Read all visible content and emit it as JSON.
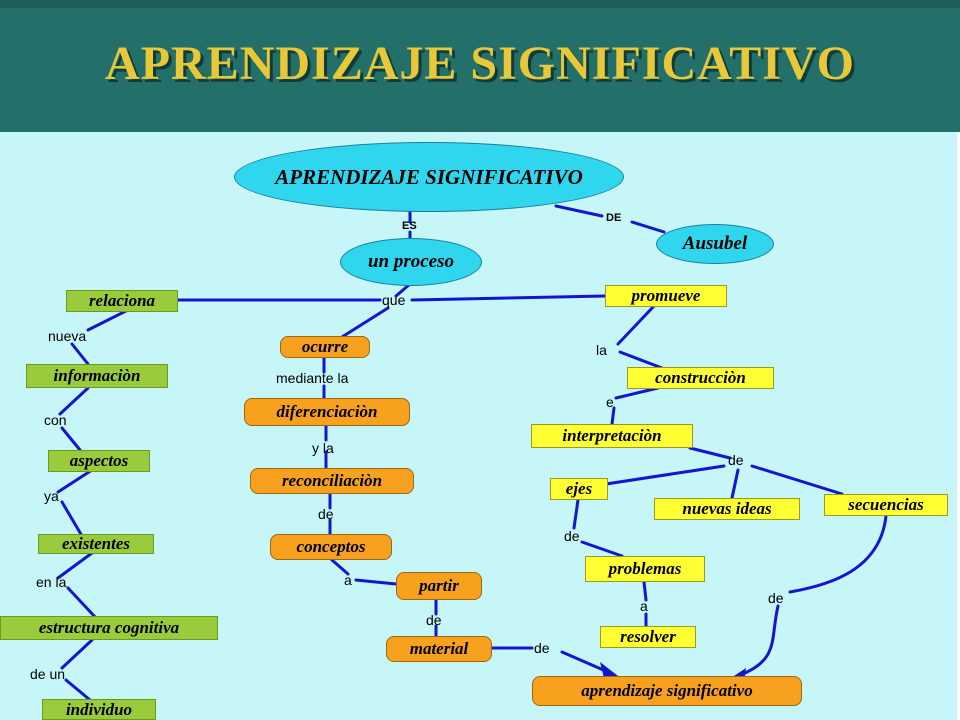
{
  "header": {
    "title": "APRENDIZAJE SIGNIFICATIVO"
  },
  "concepts": {
    "main": "APRENDIZAJE SIGNIFICATIVO",
    "ausubel": "Ausubel",
    "un_proceso": "un proceso",
    "relaciona": "relaciona",
    "informacion": "informaciòn",
    "aspectos": "aspectos",
    "existentes": "existentes",
    "estructura": "estructura cognitiva",
    "individuo": "individuo",
    "ocurre": "ocurre",
    "diferenciacion": "diferenciaciòn",
    "reconciliacion": "reconciliaciòn",
    "conceptos": "conceptos",
    "partir": "partir",
    "material": "material",
    "promueve": "promueve",
    "construccion": "construcciòn",
    "interpretacion": "interpretaciòn",
    "ejes": "ejes",
    "nuevas_ideas": "nuevas ideas",
    "secuencias": "secuencias",
    "problemas": "problemas",
    "resolver": "resolver",
    "aprendizaje_final": "aprendizaje significativo"
  },
  "links": {
    "es": "ES",
    "de_top": "DE",
    "que": "que",
    "nueva": "nueva",
    "con": "con",
    "ya": "ya",
    "en_la": "en la",
    "de_un": "de un",
    "mediante_la": "mediante la",
    "y_la": "y la",
    "de_mid": "de",
    "a_mid": "a",
    "de_partir": "de",
    "de_material": "de",
    "la": "la",
    "e": "e",
    "de_interp": "de",
    "de_ejes": "de",
    "a_prob": "a",
    "de_sec": "de"
  },
  "colors": {
    "header_bg": "#236f6a",
    "title": "#e8c838",
    "canvas_bg": "#c6f6f8",
    "line": "#1515d0",
    "green_node": "#9acb3c",
    "yellow_node": "#ffff33",
    "orange_node": "#f7a11e",
    "ellipse_node": "#2fd6ee"
  }
}
